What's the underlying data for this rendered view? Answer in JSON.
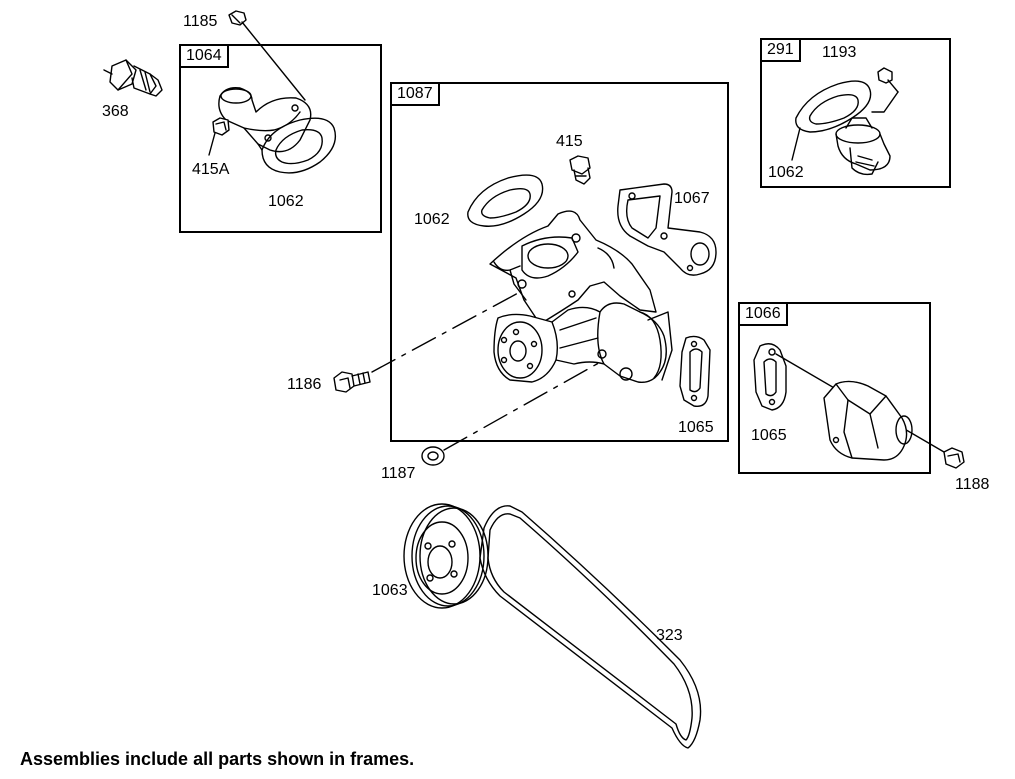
{
  "frames": {
    "f1064": "1064",
    "f1087": "1087",
    "f291": "291",
    "f1066": "1066"
  },
  "parts": {
    "p1185": "1185",
    "p368": "368",
    "p415A": "415A",
    "p1062a": "1062",
    "p415": "415",
    "p1062b": "1062",
    "p1067": "1067",
    "p1186": "1186",
    "p1065a": "1065",
    "p1187": "1187",
    "p1193": "1193",
    "p1062c": "1062",
    "p1065b": "1065",
    "p1188": "1188",
    "p1063": "1063",
    "p323": "323"
  },
  "caption": "Assemblies include all parts shown in frames."
}
